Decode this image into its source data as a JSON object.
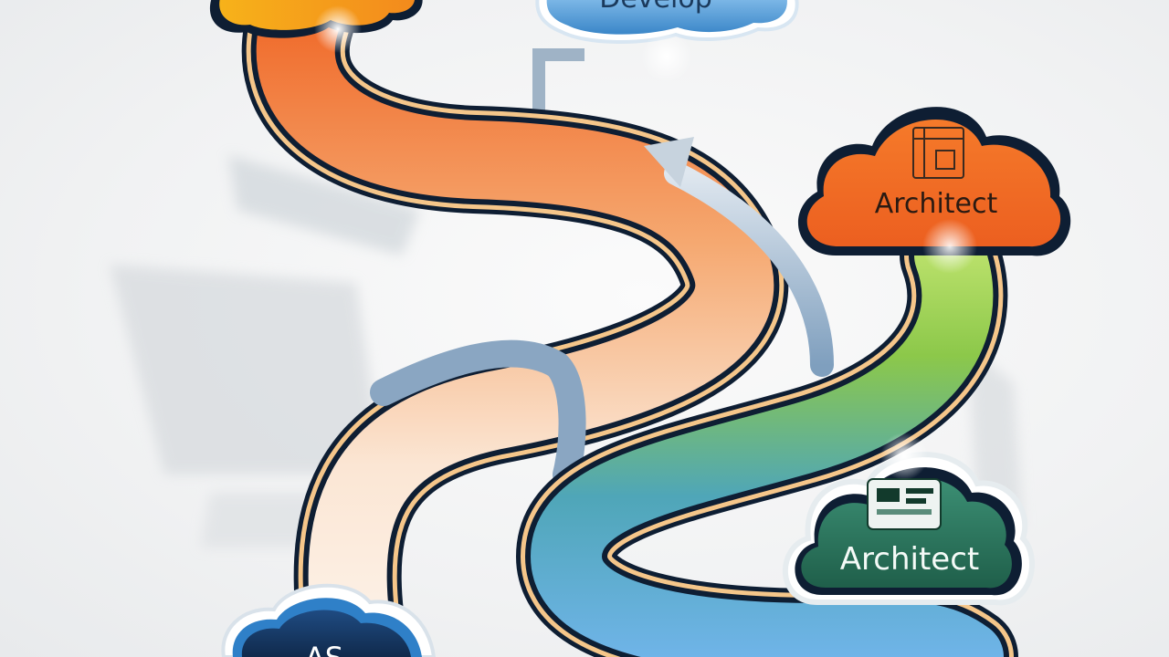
{
  "clouds": {
    "top_blue": {
      "label": "Develop"
    },
    "orange": {
      "label": "Architect"
    },
    "green": {
      "label": "Architect"
    },
    "bottom_blue": {
      "label": "AS"
    }
  },
  "colors": {
    "orange": "#f06a2a",
    "yellow_orange": "#f5a21a",
    "blue": "#3a86c8",
    "green": "#2e7a62",
    "navy": "#16365c",
    "outline": "#0e1e33"
  }
}
